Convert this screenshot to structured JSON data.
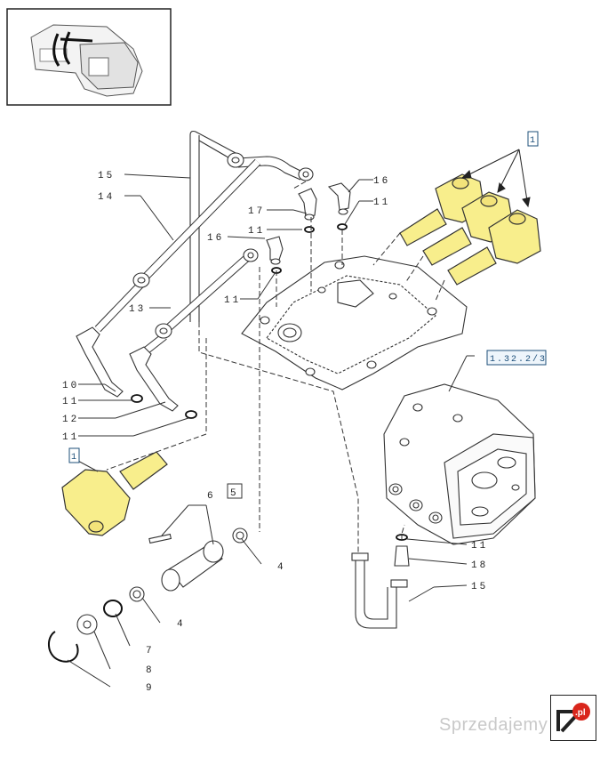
{
  "callouts": {
    "n1": "1",
    "n4a": "4",
    "n4b": "4",
    "n5": "5",
    "n6": "6",
    "n7": "7",
    "n8": "8",
    "n9": "9",
    "n10": "10",
    "n11a": "11",
    "n11b": "11",
    "n11c": "11",
    "n11d": "11",
    "n11e": "11",
    "n11f": "11",
    "n11g": "11",
    "n12": "12",
    "n13": "13",
    "n14": "14",
    "n15a": "15",
    "n15b": "15",
    "n16a": "16",
    "n16b": "16",
    "n17": "17",
    "n18": "18"
  },
  "references": {
    "ref1_top": "1",
    "ref1_left": "1",
    "ref_section": "1.32.2/3"
  },
  "watermark": "Sprzedajemy",
  "logo_text": ".pl",
  "colors": {
    "highlight": "#f8ee8c",
    "line": "#222222",
    "ref_box": "#1d4f7a",
    "watermark": "#c9c9c9",
    "logo_red": "#d9261c"
  }
}
